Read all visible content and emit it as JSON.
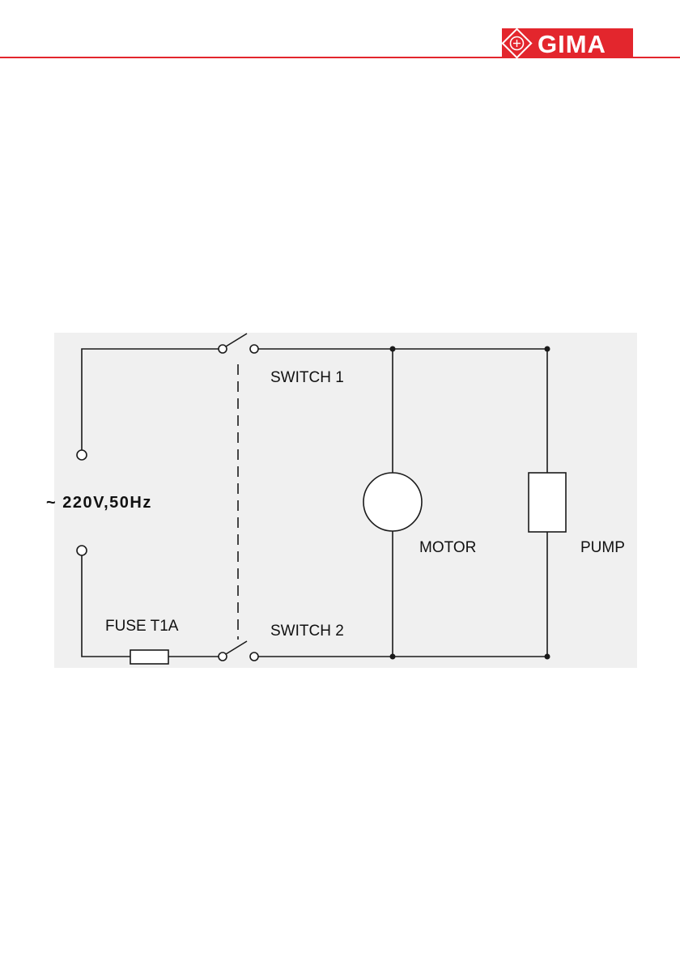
{
  "header": {
    "brand": "GIMA",
    "brand_color": "#e3262d"
  },
  "diagram": {
    "labels": {
      "switch1": "SWITCH 1",
      "switch2": "SWITCH 2",
      "voltage": "~ 220V,50Hz",
      "fuse": "FUSE T1A",
      "motor": "MOTOR",
      "pump": "PUMP"
    },
    "icons": {
      "logo": "gima-cross-logo-icon"
    }
  }
}
